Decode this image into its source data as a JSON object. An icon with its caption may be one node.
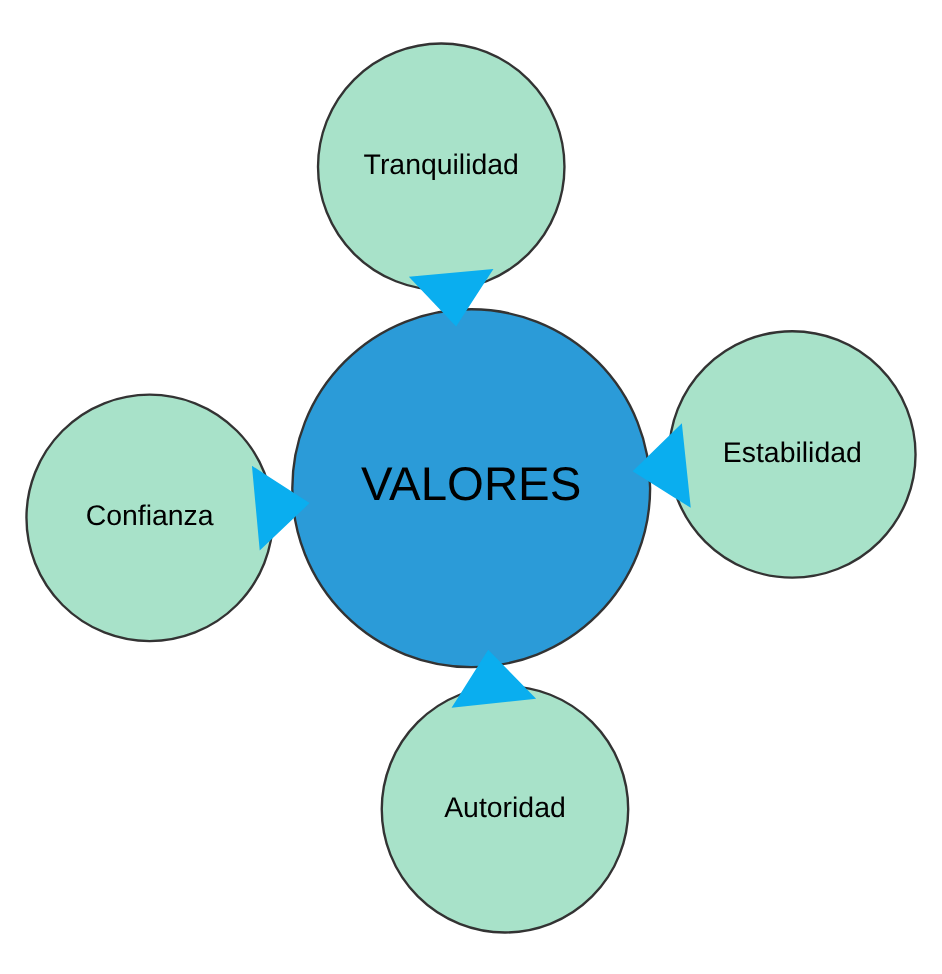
{
  "diagram": {
    "nodes": [
      {
        "text": [
          "Autoridad"
        ]
      },
      {
        "text": [
          "Confianza"
        ]
      },
      {
        "text": [
          "VALORES"
        ]
      },
      {
        "text": [
          "Estabilidad"
        ]
      },
      {
        "text": [
          "Tranquilidad"
        ]
      }
    ],
    "edges": [
      {
        "from": 0,
        "to": 2,
        "arrow": "to"
      },
      {
        "from": 1,
        "to": 2,
        "arrow": "to"
      },
      {
        "from": 3,
        "to": 2,
        "arrow": "to"
      },
      {
        "from": 4,
        "to": 2,
        "arrow": "to"
      }
    ]
  }
}
